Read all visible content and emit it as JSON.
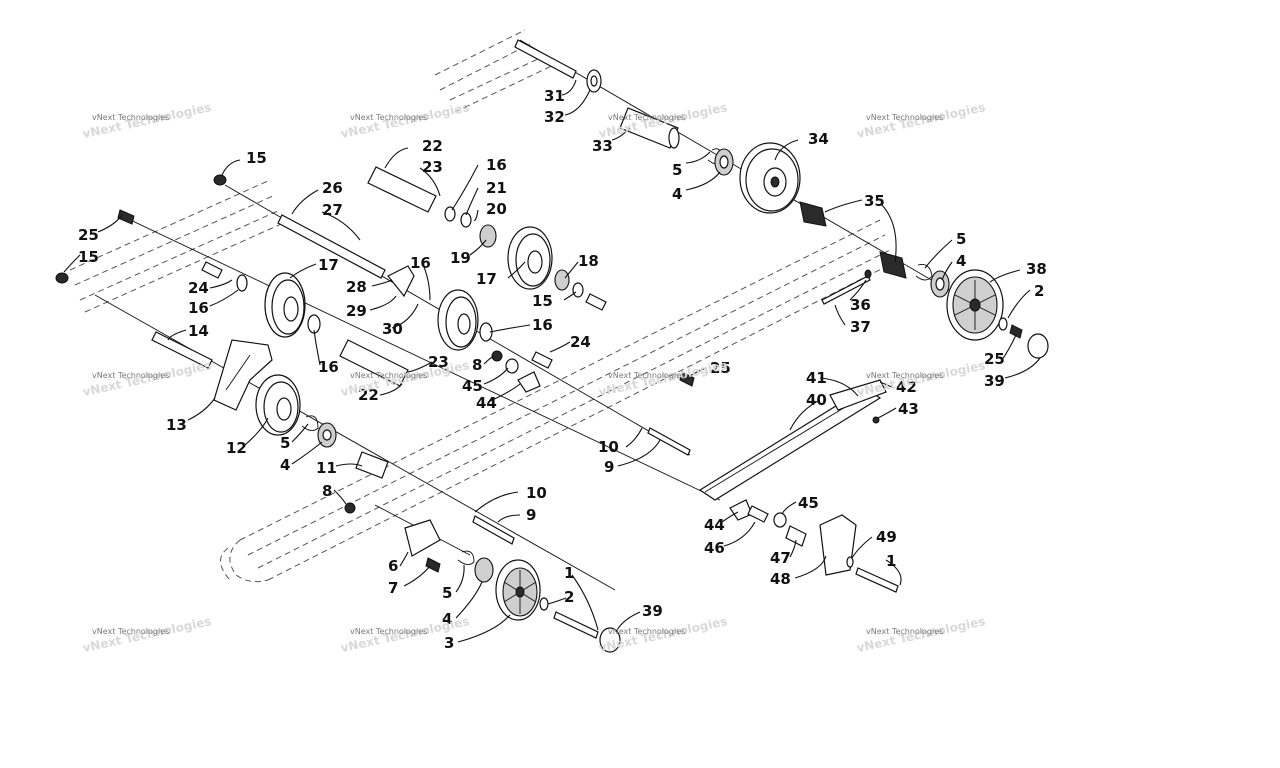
{
  "watermark_text": "vNext Technologies",
  "colors": {
    "line": "#111111",
    "frame": "#555555",
    "watermark": "#d8d8d8"
  },
  "callouts": [
    {
      "id": "c31",
      "text": "31"
    },
    {
      "id": "c32",
      "text": "32"
    },
    {
      "id": "c33",
      "text": "33"
    },
    {
      "id": "c34",
      "text": "34"
    },
    {
      "id": "c5a",
      "text": "5"
    },
    {
      "id": "c4a",
      "text": "4"
    },
    {
      "id": "c35",
      "text": "35"
    },
    {
      "id": "c5b",
      "text": "5"
    },
    {
      "id": "c4b",
      "text": "4"
    },
    {
      "id": "c38",
      "text": "38"
    },
    {
      "id": "c2a",
      "text": "2"
    },
    {
      "id": "c36",
      "text": "36"
    },
    {
      "id": "c37",
      "text": "37"
    },
    {
      "id": "c25a",
      "text": "25"
    },
    {
      "id": "c39a",
      "text": "39"
    },
    {
      "id": "c22a",
      "text": "22"
    },
    {
      "id": "c23a",
      "text": "23"
    },
    {
      "id": "c16a",
      "text": "16"
    },
    {
      "id": "c21",
      "text": "21"
    },
    {
      "id": "c20",
      "text": "20"
    },
    {
      "id": "c19",
      "text": "19"
    },
    {
      "id": "c15a",
      "text": "15"
    },
    {
      "id": "c26",
      "text": "26"
    },
    {
      "id": "c27",
      "text": "27"
    },
    {
      "id": "c25b",
      "text": "25"
    },
    {
      "id": "c15b",
      "text": "15"
    },
    {
      "id": "c17a",
      "text": "17"
    },
    {
      "id": "c16b",
      "text": "16"
    },
    {
      "id": "c17b",
      "text": "17"
    },
    {
      "id": "c18",
      "text": "18"
    },
    {
      "id": "c15c",
      "text": "15"
    },
    {
      "id": "c28",
      "text": "28"
    },
    {
      "id": "c29",
      "text": "29"
    },
    {
      "id": "c30",
      "text": "30"
    },
    {
      "id": "c24a",
      "text": "24"
    },
    {
      "id": "c16c",
      "text": "16"
    },
    {
      "id": "c16d",
      "text": "16"
    },
    {
      "id": "c14",
      "text": "14"
    },
    {
      "id": "c16e",
      "text": "16"
    },
    {
      "id": "c24b",
      "text": "24"
    },
    {
      "id": "c25c",
      "text": "25"
    },
    {
      "id": "c23b",
      "text": "23"
    },
    {
      "id": "c22b",
      "text": "22"
    },
    {
      "id": "c8a",
      "text": "8"
    },
    {
      "id": "c45a",
      "text": "45"
    },
    {
      "id": "c44a",
      "text": "44"
    },
    {
      "id": "c41",
      "text": "41"
    },
    {
      "id": "c42",
      "text": "42"
    },
    {
      "id": "c40",
      "text": "40"
    },
    {
      "id": "c43",
      "text": "43"
    },
    {
      "id": "c13",
      "text": "13"
    },
    {
      "id": "c12",
      "text": "12"
    },
    {
      "id": "c5c",
      "text": "5"
    },
    {
      "id": "c4c",
      "text": "4"
    },
    {
      "id": "c11",
      "text": "11"
    },
    {
      "id": "c10a",
      "text": "10"
    },
    {
      "id": "c9a",
      "text": "9"
    },
    {
      "id": "c8b",
      "text": "8"
    },
    {
      "id": "c10b",
      "text": "10"
    },
    {
      "id": "c9b",
      "text": "9"
    },
    {
      "id": "c44b",
      "text": "44"
    },
    {
      "id": "c45b",
      "text": "45"
    },
    {
      "id": "c46",
      "text": "46"
    },
    {
      "id": "c47",
      "text": "47"
    },
    {
      "id": "c48",
      "text": "48"
    },
    {
      "id": "c49",
      "text": "49"
    },
    {
      "id": "c1a",
      "text": "1"
    },
    {
      "id": "c6",
      "text": "6"
    },
    {
      "id": "c7",
      "text": "7"
    },
    {
      "id": "c5d",
      "text": "5"
    },
    {
      "id": "c4d",
      "text": "4"
    },
    {
      "id": "c3",
      "text": "3"
    },
    {
      "id": "c1b",
      "text": "1"
    },
    {
      "id": "c2b",
      "text": "2"
    },
    {
      "id": "c39b",
      "text": "39"
    }
  ]
}
